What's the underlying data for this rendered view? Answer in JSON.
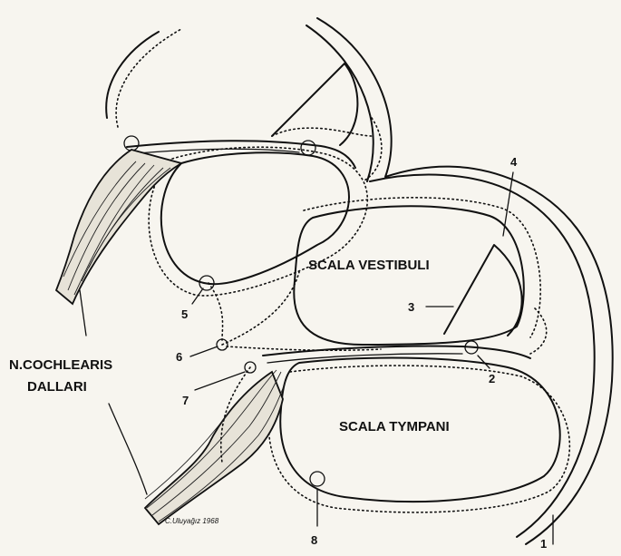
{
  "labels": {
    "scala_vestibuli": "SCALA VESTIBULI",
    "scala_tympani": "SCALA TYMPANI",
    "nerve_line1": "N.COCHLEARIS",
    "nerve_line2": "DALLARI",
    "signature": "C.Uluyağız 1968"
  },
  "numbers": {
    "n1": "1",
    "n2": "2",
    "n3": "3",
    "n4": "4",
    "n5": "5",
    "n6": "6",
    "n7": "7",
    "n8": "8"
  },
  "colors": {
    "ink": "#111111",
    "paper": "#f7f5ef"
  }
}
